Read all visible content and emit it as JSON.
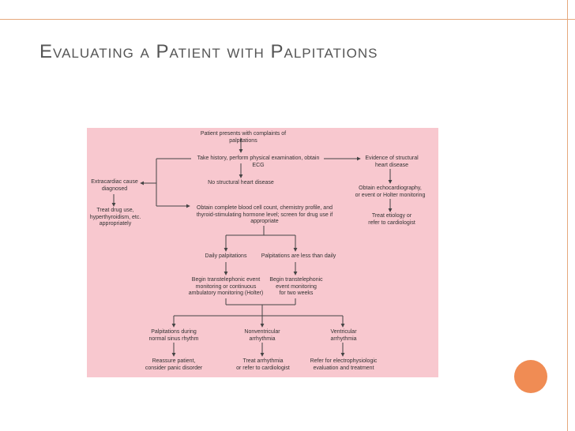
{
  "slide": {
    "title": "Evaluating a Patient with Palpitations"
  },
  "colors": {
    "panel_background": "#f8c8cf",
    "accent_orange": "#f08c54",
    "title_text": "#555555",
    "line": "#e6a87c"
  },
  "flowchart": {
    "nodes": {
      "start": "Patient presents with complaints of palpitations",
      "history": "Take history, perform physical examination, obtain ECG",
      "extracardiac": "Extracardiac cause\ndiagnosed",
      "treat_drug": "Treat drug use,\nhyperthyroidism, etc.\nappropriately",
      "no_structural": "No structural heart disease",
      "structural": "Evidence of structural\nheart disease",
      "echo": "Obtain echocardiography,\nor event or Holter monitoring",
      "treat_etiology": "Treat etiology or\nrefer to cardiologist",
      "labs": "Obtain complete blood cell count, chemistry profile, and\nthyroid-stimulating hormone level; screen for drug use if\nappropriate",
      "daily": "Daily palpitations",
      "less_daily": "Palpitations are less than daily",
      "continuous": "Begin transtelephonic event\nmonitoring or continuous\nambulatory monitoring (Holter)",
      "two_weeks": "Begin transtelephonic\nevent monitoring\nfor two weeks",
      "sinus": "Palpitations during\nnormal sinus rhythm",
      "nonventricular": "Nonventricular\narrhythmia",
      "ventricular": "Ventricular\narrhythmia",
      "reassure": "Reassure patient,\nconsider panic disorder",
      "treat_arrhythmia": "Treat arrhythmia\nor refer to cardiologist",
      "refer_ep": "Refer for electrophysiologic\nevaluation and treatment"
    }
  }
}
